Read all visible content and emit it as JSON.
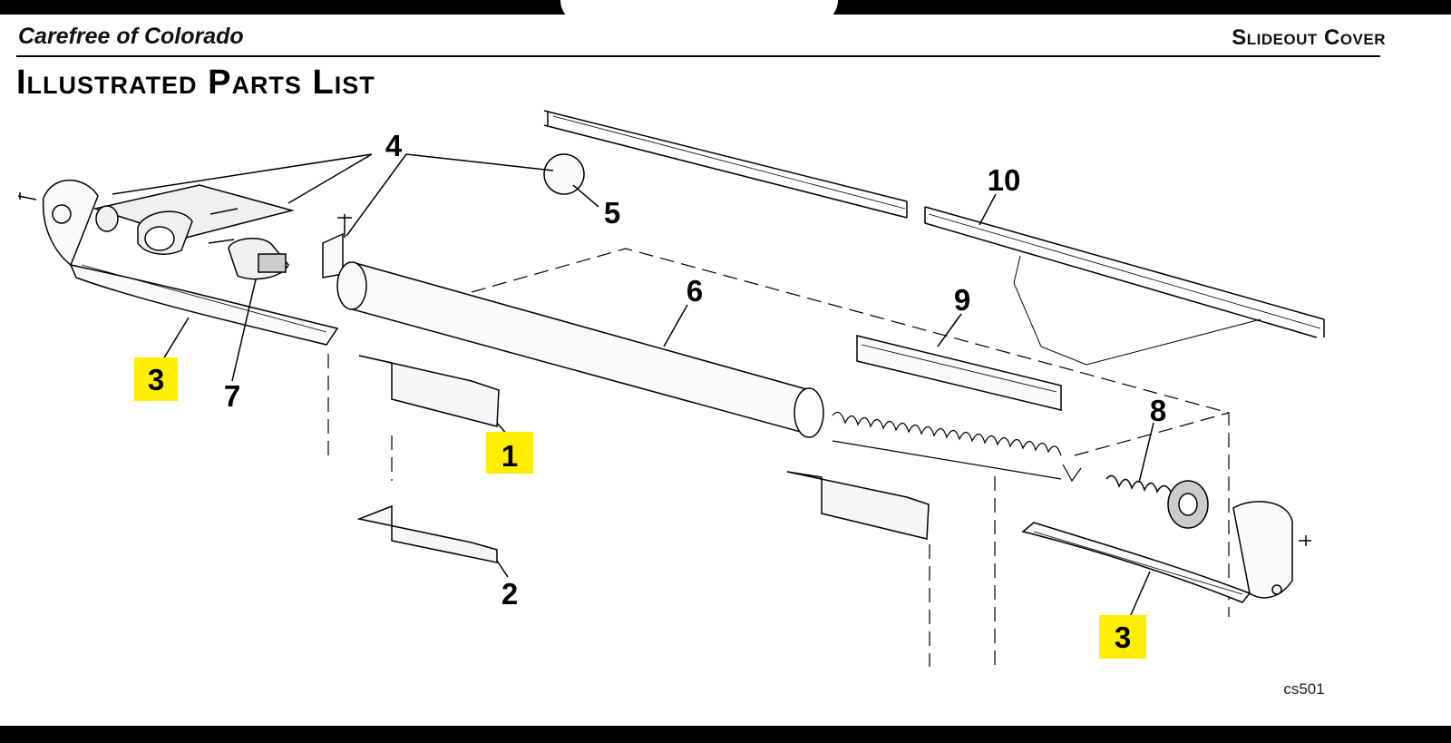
{
  "header": {
    "brand": "Carefree of Colorado",
    "section": "Slideout Cover"
  },
  "title": "Illustrated Parts List",
  "diagram": {
    "reference_code": "cs501",
    "callouts": [
      {
        "label": "4",
        "highlighted": false
      },
      {
        "label": "5",
        "highlighted": false
      },
      {
        "label": "10",
        "highlighted": false
      },
      {
        "label": "6",
        "highlighted": false
      },
      {
        "label": "9",
        "highlighted": false
      },
      {
        "label": "3",
        "highlighted": true
      },
      {
        "label": "7",
        "highlighted": false
      },
      {
        "label": "1",
        "highlighted": true
      },
      {
        "label": "8",
        "highlighted": false
      },
      {
        "label": "2",
        "highlighted": false
      },
      {
        "label": "3",
        "highlighted": true
      }
    ],
    "colors": {
      "highlight": "#FFEE00",
      "line": "#000000",
      "part_fill": "#f4f4f4"
    }
  }
}
